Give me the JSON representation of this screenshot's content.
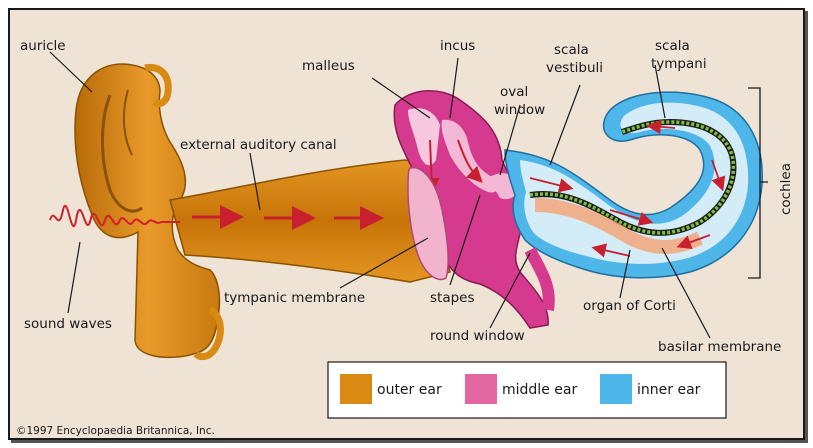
{
  "colors": {
    "background": "#efe3d5",
    "outer_ear": "#d98a12",
    "middle_ear": "#d63a8e",
    "inner_ear": "#4fb6ea",
    "sound_wave": "#d0202e",
    "organ_of_corti": "#7fbf3f",
    "basilar_membrane": "#1e1e1e"
  },
  "labels": {
    "auricle": "auricle",
    "malleus": "malleus",
    "incus": "incus",
    "scala_vestibuli": [
      "scala",
      "vestibuli"
    ],
    "scala_tympani": [
      "scala",
      "tympani"
    ],
    "oval_window": [
      "oval",
      "window"
    ],
    "external_auditory_canal": "external auditory canal",
    "cochlea": "cochlea",
    "sound_waves": "sound waves",
    "tympanic_membrane": "tympanic membrane",
    "stapes": "stapes",
    "organ_of_corti": "organ of Corti",
    "round_window": "round window",
    "basilar_membrane": "basilar membrane"
  },
  "legend": [
    {
      "key": "outer_ear",
      "label": "outer ear",
      "color": "#d98a12"
    },
    {
      "key": "middle_ear",
      "label": "middle ear",
      "color": "#e2669f"
    },
    {
      "key": "inner_ear",
      "label": "inner ear",
      "color": "#4fb6ea"
    }
  ],
  "copyright": "©1997 Encyclopaedia Britannica, Inc."
}
